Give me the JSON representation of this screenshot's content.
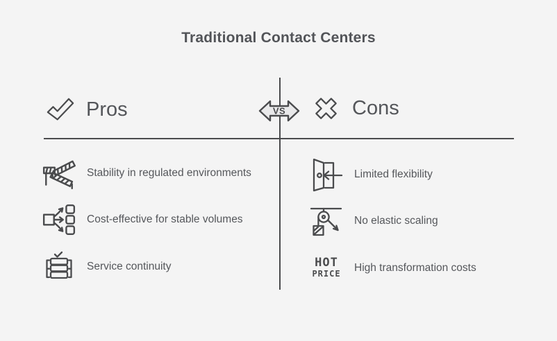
{
  "title": "Traditional Contact Centers",
  "vs_badge": {
    "label": "VS"
  },
  "pros": {
    "label": "Pros",
    "items": [
      {
        "icon": "crossed-barriers-icon",
        "text": "Stability in regulated environments"
      },
      {
        "icon": "distribution-flow-icon",
        "text": "Cost-effective for stable volumes"
      },
      {
        "icon": "server-stack-check-icon",
        "text": "Service continuity"
      }
    ]
  },
  "cons": {
    "label": "Cons",
    "items": [
      {
        "icon": "exit-door-arrow-icon",
        "text": "Limited flexibility"
      },
      {
        "icon": "pulley-load-icon",
        "text": "No elastic scaling"
      },
      {
        "icon": "hot-price-icon",
        "text": "High transformation costs"
      }
    ]
  },
  "hot_price_icon_text": {
    "line1": "HOT",
    "line2": "PRICE"
  },
  "colors": {
    "bg": "#f4f4f4",
    "ink": "#4a4b4d",
    "text": "#55575b",
    "badge-fill": "#e9e9ea"
  }
}
